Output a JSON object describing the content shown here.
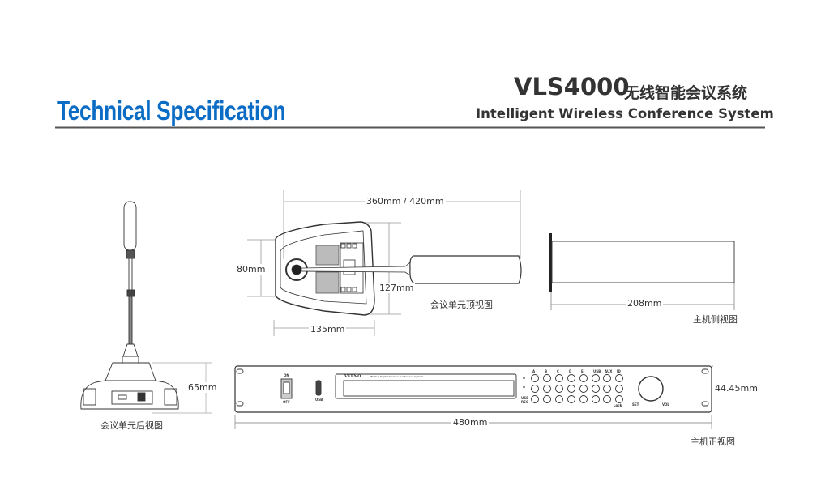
{
  "header": {
    "title": "Technical Specification",
    "model": "VLS4000",
    "model_cn": "无线智能会议系统",
    "subtitle": "Intelligent Wireless Conference System",
    "title_color": "#0a6cc4"
  },
  "top_view": {
    "length_dim": "360mm  / 420mm",
    "width_dim": "80mm",
    "depth_dim": "127mm",
    "base_dim": "135mm",
    "caption": "会议单元顶视图"
  },
  "side_view": {
    "depth_dim": "208mm",
    "caption": "主机侧视图"
  },
  "rear_view": {
    "height_dim": "65mm",
    "caption": "会议单元后视图"
  },
  "front_view": {
    "width_dim": "480mm",
    "height_dim": "44.45mm",
    "caption": "主机正视图",
    "power_on": "ON",
    "power_off": "OFF",
    "usb": "USB",
    "brand": "VEENO",
    "display_caption": "8M Hi-Fi Digital Wireless Conference System",
    "column_labels": [
      "A",
      "B",
      "C",
      "D",
      "E",
      "USB",
      "AUX",
      "ID"
    ],
    "row_labels": [
      "▲",
      "▼",
      "USB REC"
    ],
    "lock": "Lock",
    "set": "SET",
    "vol": "VOL"
  }
}
